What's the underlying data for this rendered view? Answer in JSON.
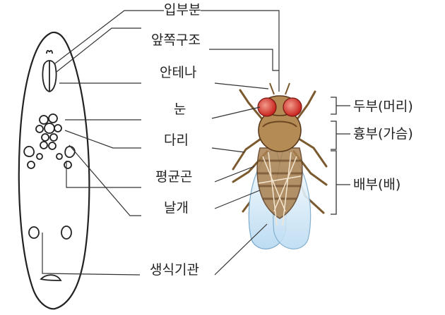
{
  "labels": {
    "mouthparts": "입부분",
    "anterior_structures": "앞쪽구조",
    "antenna": "안테나",
    "eye": "눈",
    "leg": "다리",
    "haltere": "평균곤",
    "wing": "날개",
    "genitalia": "생식기관"
  },
  "body_regions": {
    "head": "두부(머리)",
    "thorax": "흉부(가슴)",
    "abdomen": "배부(배)"
  },
  "colors": {
    "eye": "#d8322e",
    "body": "#a9804f",
    "stripe": "#5a3a1c",
    "wing": "#cfe6f5",
    "line": "#333333"
  }
}
